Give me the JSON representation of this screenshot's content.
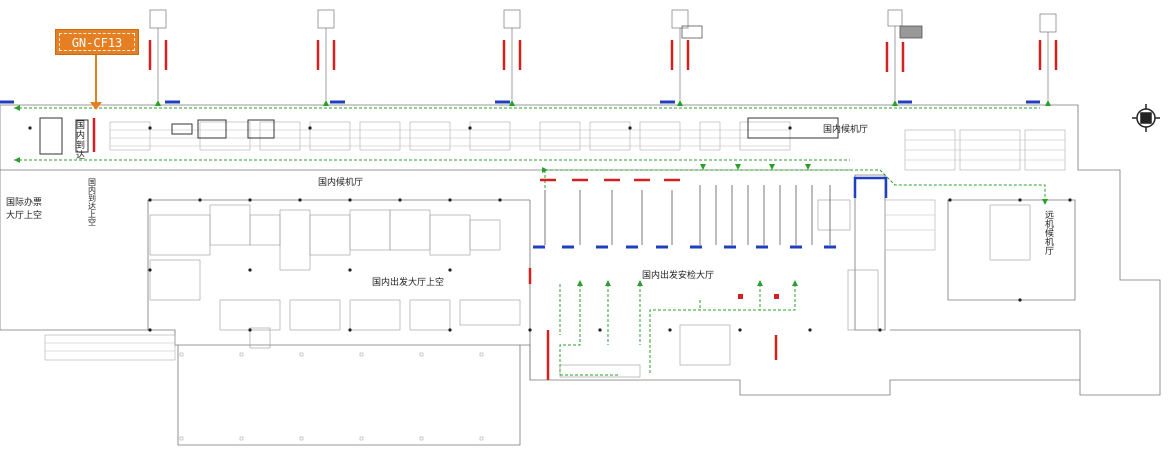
{
  "tag": {
    "label": "GN-CF13",
    "color": "#e67e22"
  },
  "labels": {
    "domestic_waiting_hall_top": "国内候机厅",
    "domestic_waiting_hall_mid": "国内候机厅",
    "domestic_arrival": "国内到达",
    "domestic_arrival_above": "国内到达上空",
    "international_ticket_1": "国际办票",
    "international_ticket_2": "大厅上空",
    "departure_hall_above": "国内出发大厅上空",
    "security_hall": "国内出发安检大厅",
    "remote_waiting": "远机候机厅"
  },
  "colors": {
    "route_green": "#2aa02a",
    "door_red": "#d62020",
    "gate_blue": "#1f3fbf",
    "wall": "#666666",
    "grid": "#bbbbbb"
  },
  "icons": {
    "compass": "compass-icon"
  }
}
